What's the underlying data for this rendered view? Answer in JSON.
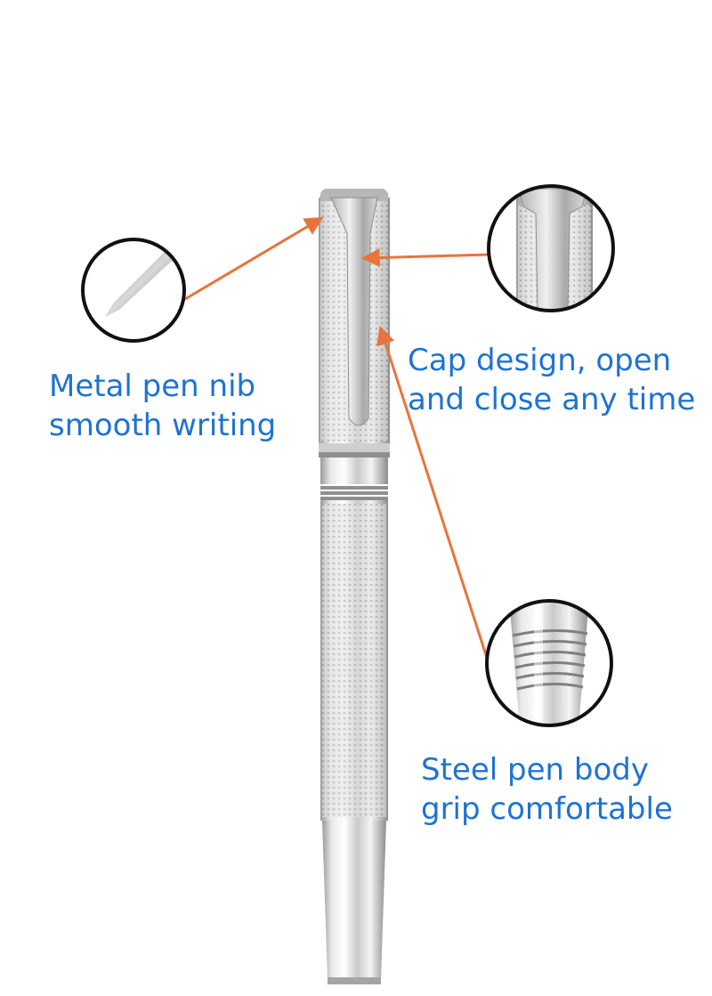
{
  "callouts": {
    "nib": {
      "line1": "Metal pen nib",
      "line2": "smooth writing",
      "icon": "pen-nib-closeup"
    },
    "cap": {
      "line1": "Cap design, open",
      "line2": "and close any time",
      "icon": "cap-clip-closeup"
    },
    "body": {
      "line1": "Steel pen body",
      "line2": "grip comfortable",
      "icon": "grip-rings-closeup"
    }
  },
  "colors": {
    "text": "#1e73d2",
    "arrow": "#e8743b",
    "circle": "#111111",
    "chrome_light": "#f2f2f2",
    "chrome_dark": "#8a8a8a"
  }
}
